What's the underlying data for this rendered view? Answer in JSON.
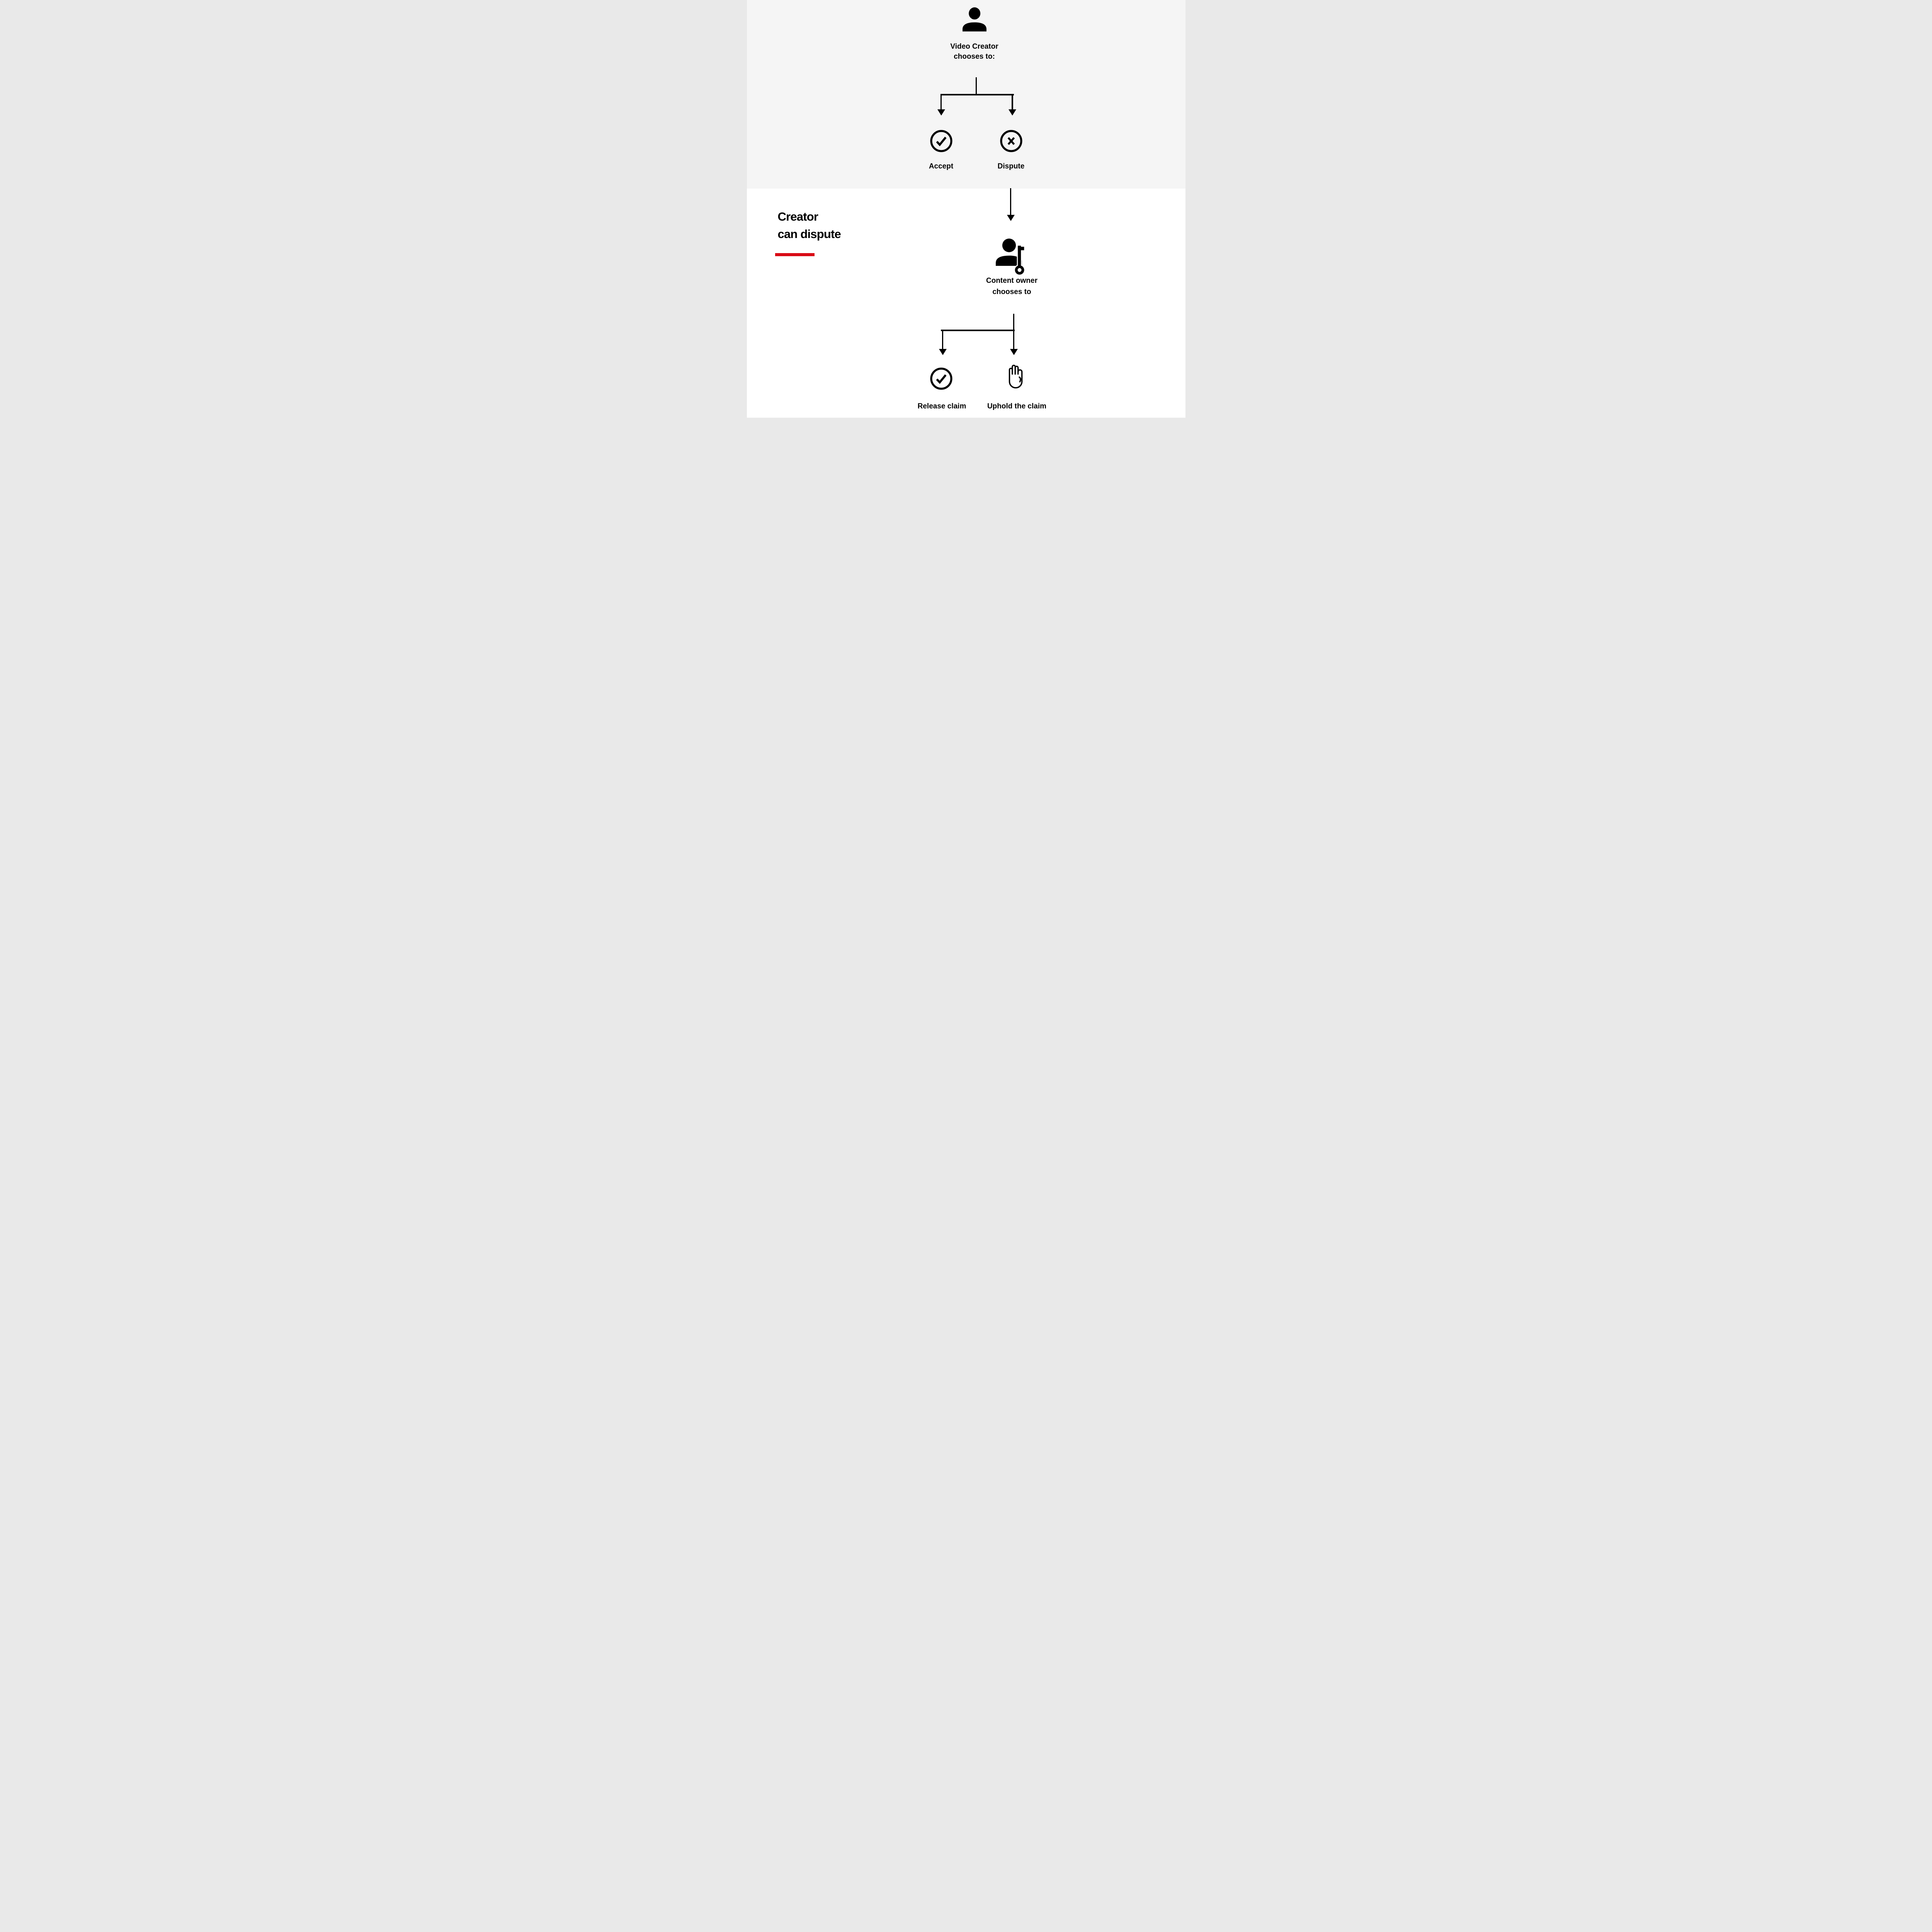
{
  "colors": {
    "page_bg": "#ffffff",
    "band_bg": "#f5f5f5",
    "ink": "#000000",
    "accent": "#d90b16"
  },
  "section": {
    "title_lines": [
      "Creator",
      "can dispute"
    ]
  },
  "nodes": {
    "video_creator": {
      "label": "Video Creator chooses to:",
      "icon": "person-icon"
    },
    "accept": {
      "label": "Accept",
      "icon": "check-circle-icon"
    },
    "dispute": {
      "label": "Dispute",
      "icon": "x-circle-icon"
    },
    "content_owner": {
      "label": "Content owner chooses to",
      "icon": "person-key-icon"
    },
    "release_claim": {
      "label": "Release claim",
      "icon": "check-circle-icon"
    },
    "uphold_claim": {
      "label": "Uphold the claim",
      "icon": "hand-icon"
    }
  }
}
